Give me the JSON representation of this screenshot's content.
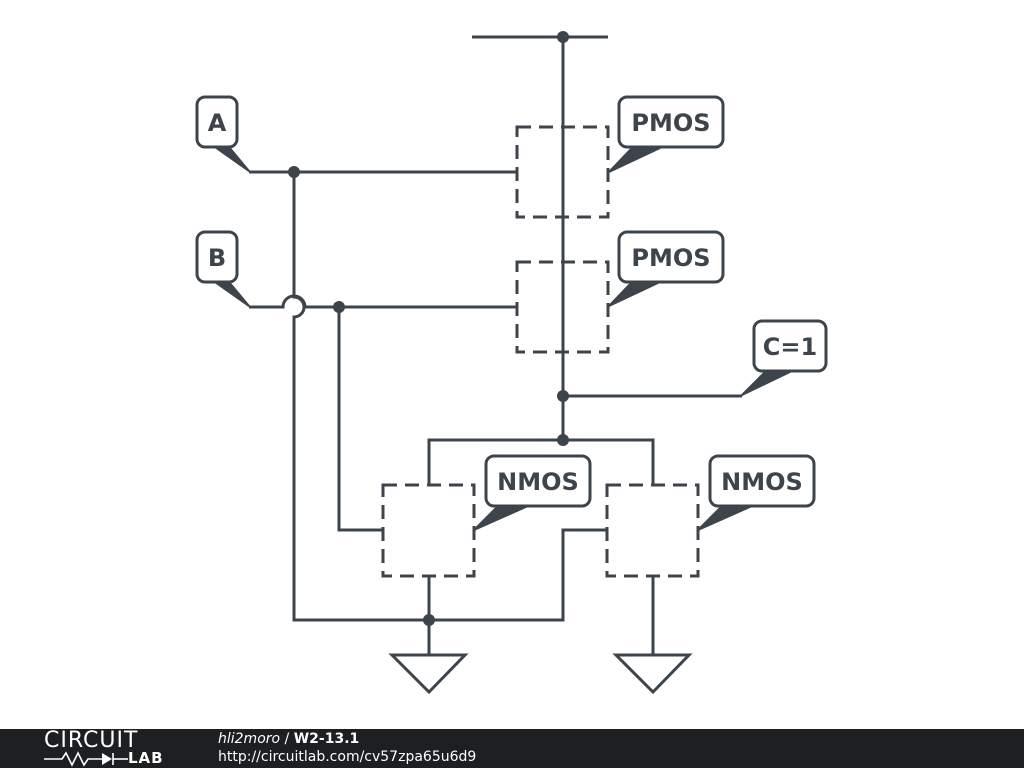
{
  "schematic": {
    "labels": {
      "input_a": "A",
      "input_b": "B",
      "output_c": "C=1",
      "pmos_top": "PMOS",
      "pmos_bottom": "PMOS",
      "nmos_left": "NMOS",
      "nmos_right": "NMOS"
    }
  },
  "footer": {
    "logo_top": "CIRCUIT",
    "logo_bottom": "LAB",
    "author": "hli2moro",
    "separator": " / ",
    "title": "W2-13.1",
    "url": "http://circuitlab.com/cv57zpa65u6d9"
  },
  "colors": {
    "ink": "#3d444b",
    "footer_bg": "#1d1f21"
  }
}
